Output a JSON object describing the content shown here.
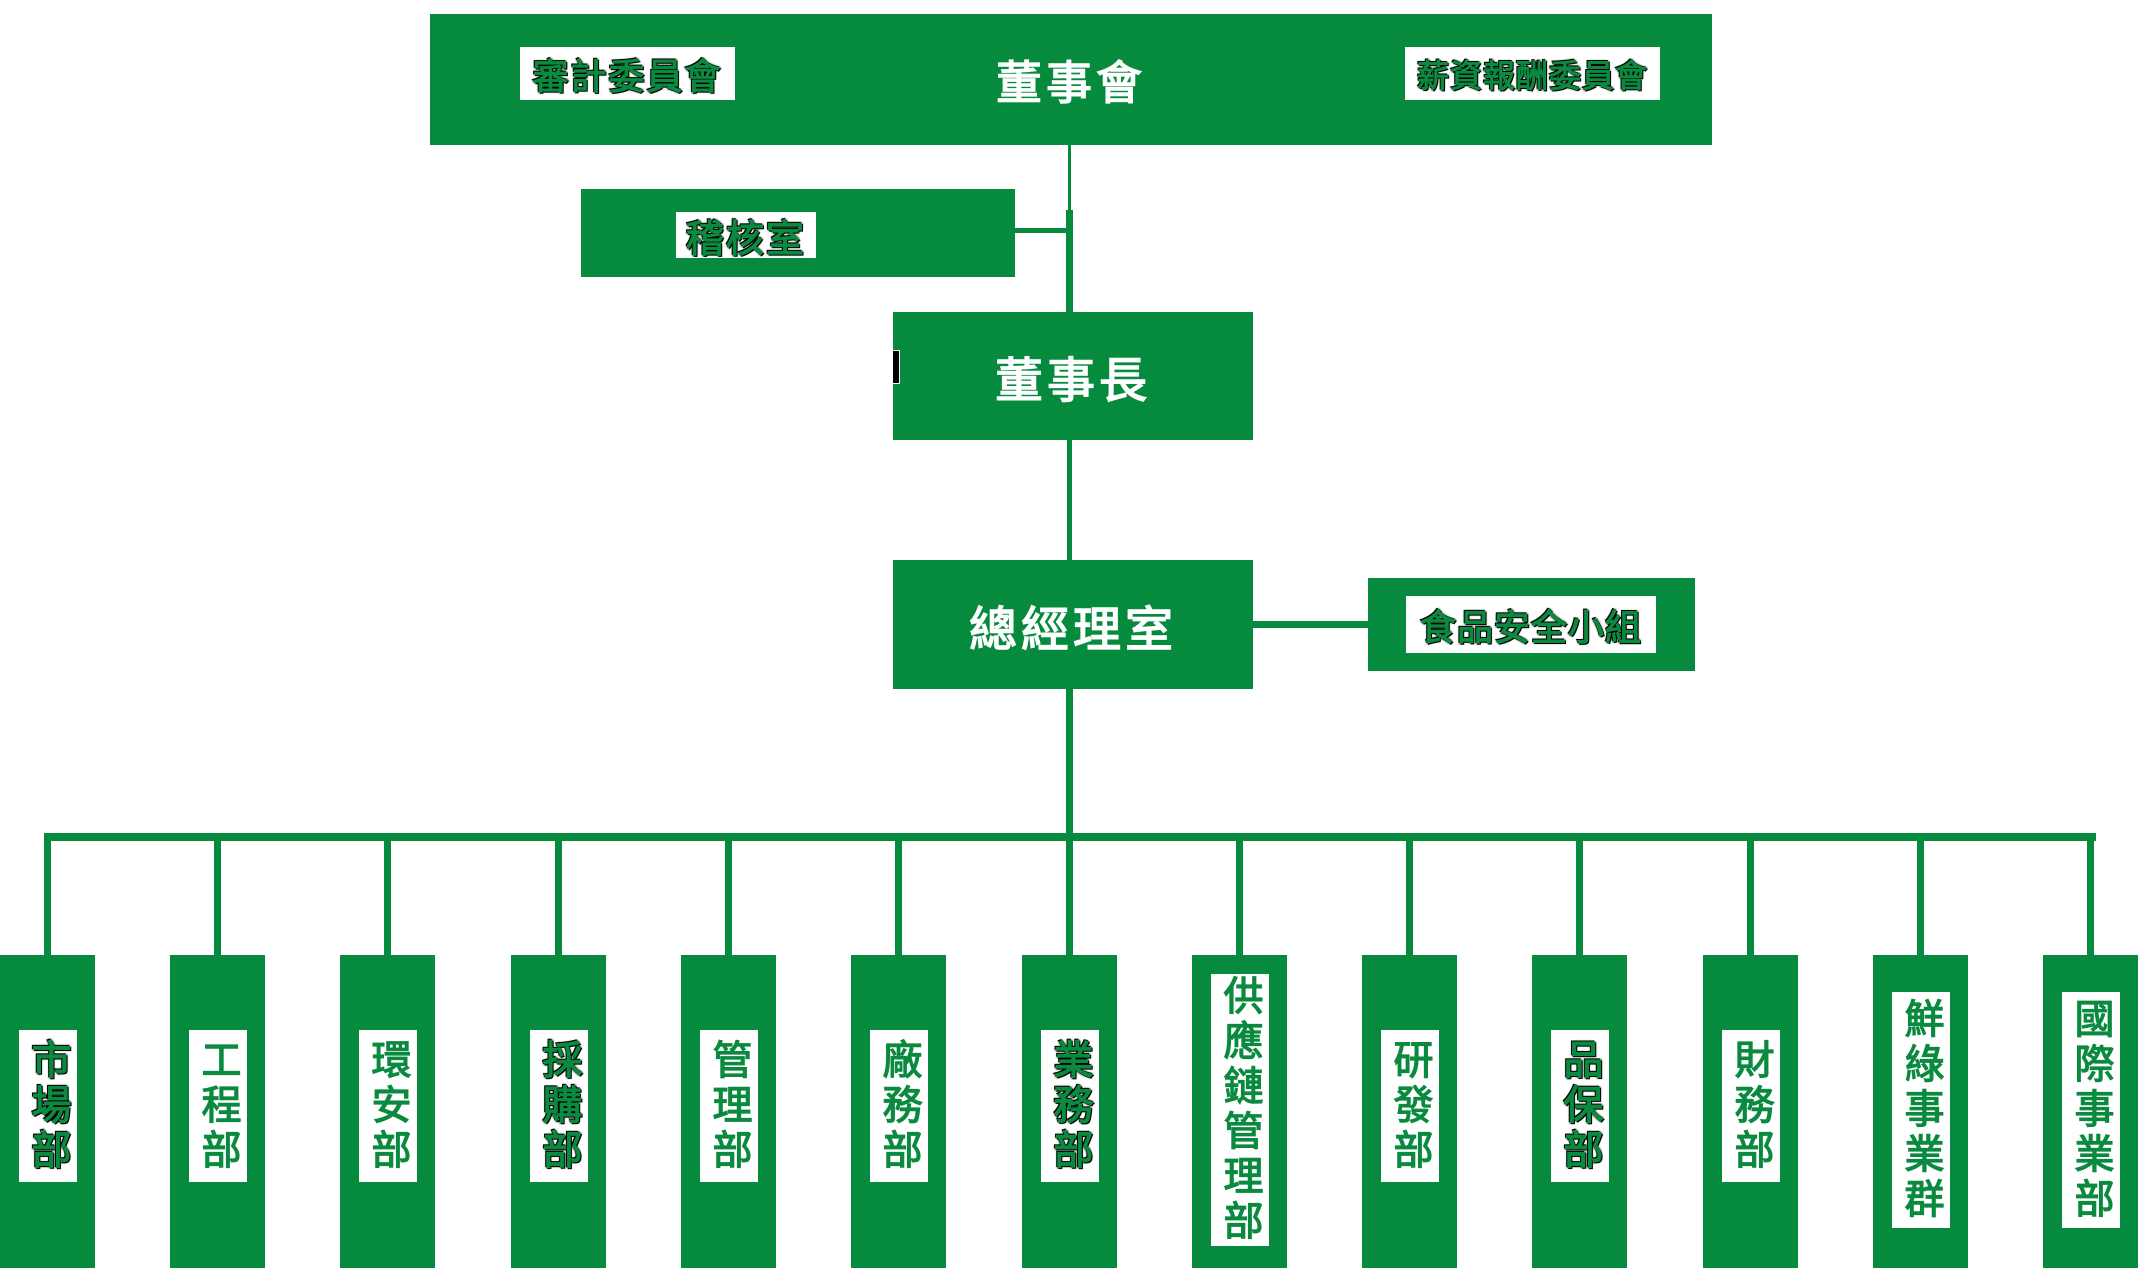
{
  "colors": {
    "brand_green": "#068b3e",
    "label_text_green": "#0a8a3e",
    "smudge_black": "#000000",
    "background_white": "#ffffff"
  },
  "org": {
    "board": {
      "title": "董事會",
      "left_committee": "審計委員會",
      "right_committee": "薪資報酬委員會"
    },
    "audit_office": "稽核室",
    "chairman": "董事長",
    "gm_office": "總經理室",
    "food_safety": "食品安全小組",
    "departments": [
      {
        "name": "市場部"
      },
      {
        "name": "工程部"
      },
      {
        "name": "環安部"
      },
      {
        "name": "採購部"
      },
      {
        "name": "管理部"
      },
      {
        "name": "廠務部"
      },
      {
        "name": "業務部"
      },
      {
        "name": "供應鏈管理部"
      },
      {
        "name": "研發部"
      },
      {
        "name": "品保部"
      },
      {
        "name": "財務部"
      },
      {
        "name": "鮮綠事業群"
      },
      {
        "name": "國際事業部"
      }
    ]
  }
}
